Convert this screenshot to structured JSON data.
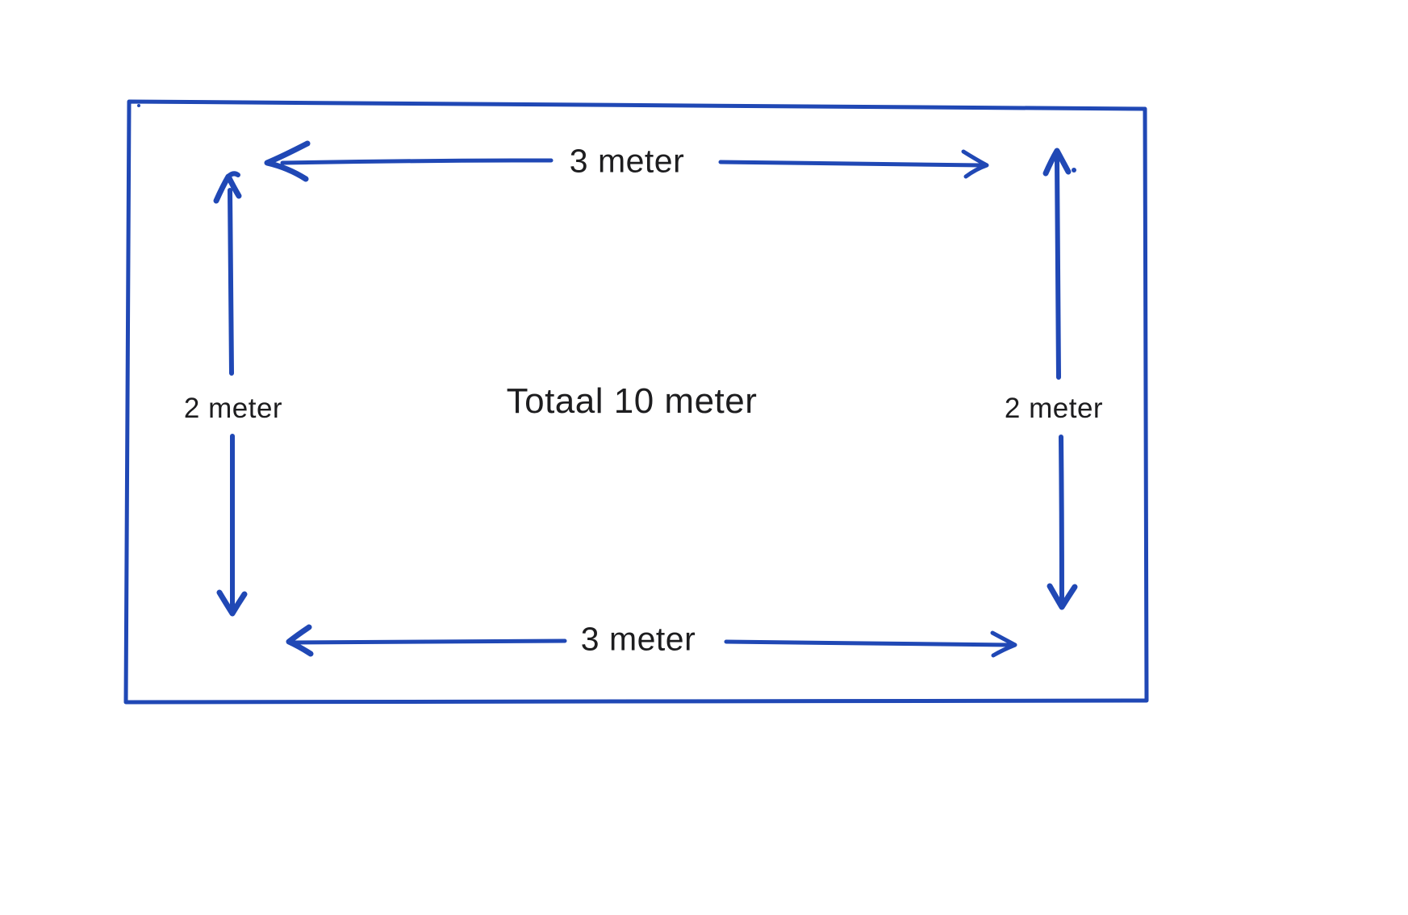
{
  "diagram": {
    "center_label": "Totaal 10 meter",
    "top_label": "3 meter",
    "bottom_label": "3 meter",
    "left_label": "2 meter",
    "right_label": "2 meter",
    "colors": {
      "ink": "#2048b5",
      "text": "#1d1d1f",
      "background": "#ffffff"
    }
  }
}
